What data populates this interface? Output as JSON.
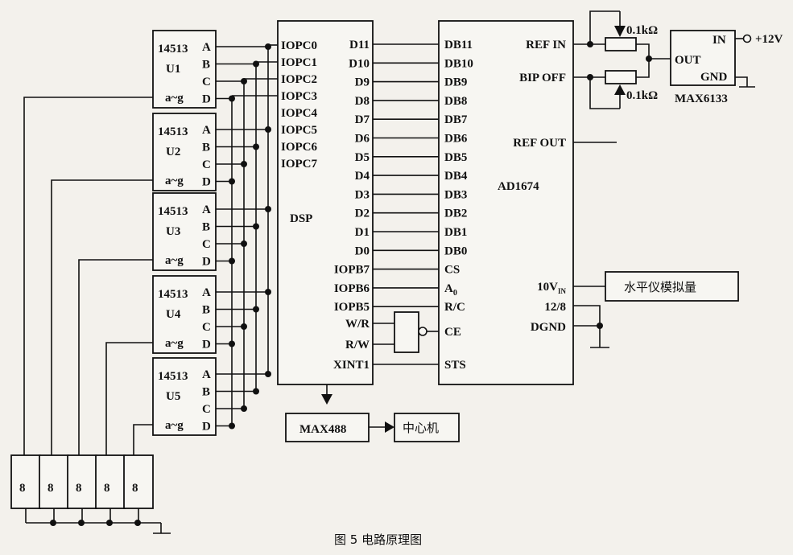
{
  "caption": "图 5 电路原理图",
  "dsp": {
    "name": "DSP",
    "left_pins": [
      "IOPC0",
      "IOPC1",
      "IOPC2",
      "IOPC3",
      "IOPC4",
      "IOPC5",
      "IOPC6",
      "IOPC7"
    ],
    "right_pins": [
      "D11",
      "D10",
      "D9",
      "D8",
      "D7",
      "D6",
      "D5",
      "D4",
      "D3",
      "D2",
      "D1",
      "D0",
      "IOPB7",
      "IOPB6",
      "IOPB5",
      "W/R",
      "R/W",
      "XINT1"
    ]
  },
  "adc": {
    "name": "AD1674",
    "left_pins": [
      "DB11",
      "DB10",
      "DB9",
      "DB8",
      "DB7",
      "DB6",
      "DB5",
      "DB4",
      "DB3",
      "DB2",
      "DB1",
      "DB0",
      "CS",
      "A",
      "R/C",
      "CE",
      "STS"
    ],
    "a_sub": "0",
    "right_pins": [
      "REF  IN",
      "BIP  OFF",
      "REF  OUT",
      "10V",
      "12/8",
      "DGND"
    ],
    "ten_v_sub": "IN"
  },
  "decoders": [
    {
      "chip": "14513",
      "ref": "U1",
      "in_label": "a~g",
      "pins": [
        "A",
        "B",
        "C",
        "D"
      ]
    },
    {
      "chip": "14513",
      "ref": "U2",
      "in_label": "a~g",
      "pins": [
        "A",
        "B",
        "C",
        "D"
      ]
    },
    {
      "chip": "14513",
      "ref": "U3",
      "in_label": "a~g",
      "pins": [
        "A",
        "B",
        "C",
        "D"
      ]
    },
    {
      "chip": "14513",
      "ref": "U4",
      "in_label": "a~g",
      "pins": [
        "A",
        "B",
        "C",
        "D"
      ]
    },
    {
      "chip": "14513",
      "ref": "U5",
      "in_label": "a~g",
      "pins": [
        "A",
        "B",
        "C",
        "D"
      ]
    }
  ],
  "regulator": {
    "name": "MAX6133",
    "in": "IN",
    "out": "OUT",
    "gnd": "GND",
    "supply": "+12V"
  },
  "pots": [
    "0.1kΩ",
    "0.1kΩ"
  ],
  "analog_input": "水平仪模拟量",
  "max488": "MAX488",
  "host": "中心机",
  "display_digit": "8"
}
